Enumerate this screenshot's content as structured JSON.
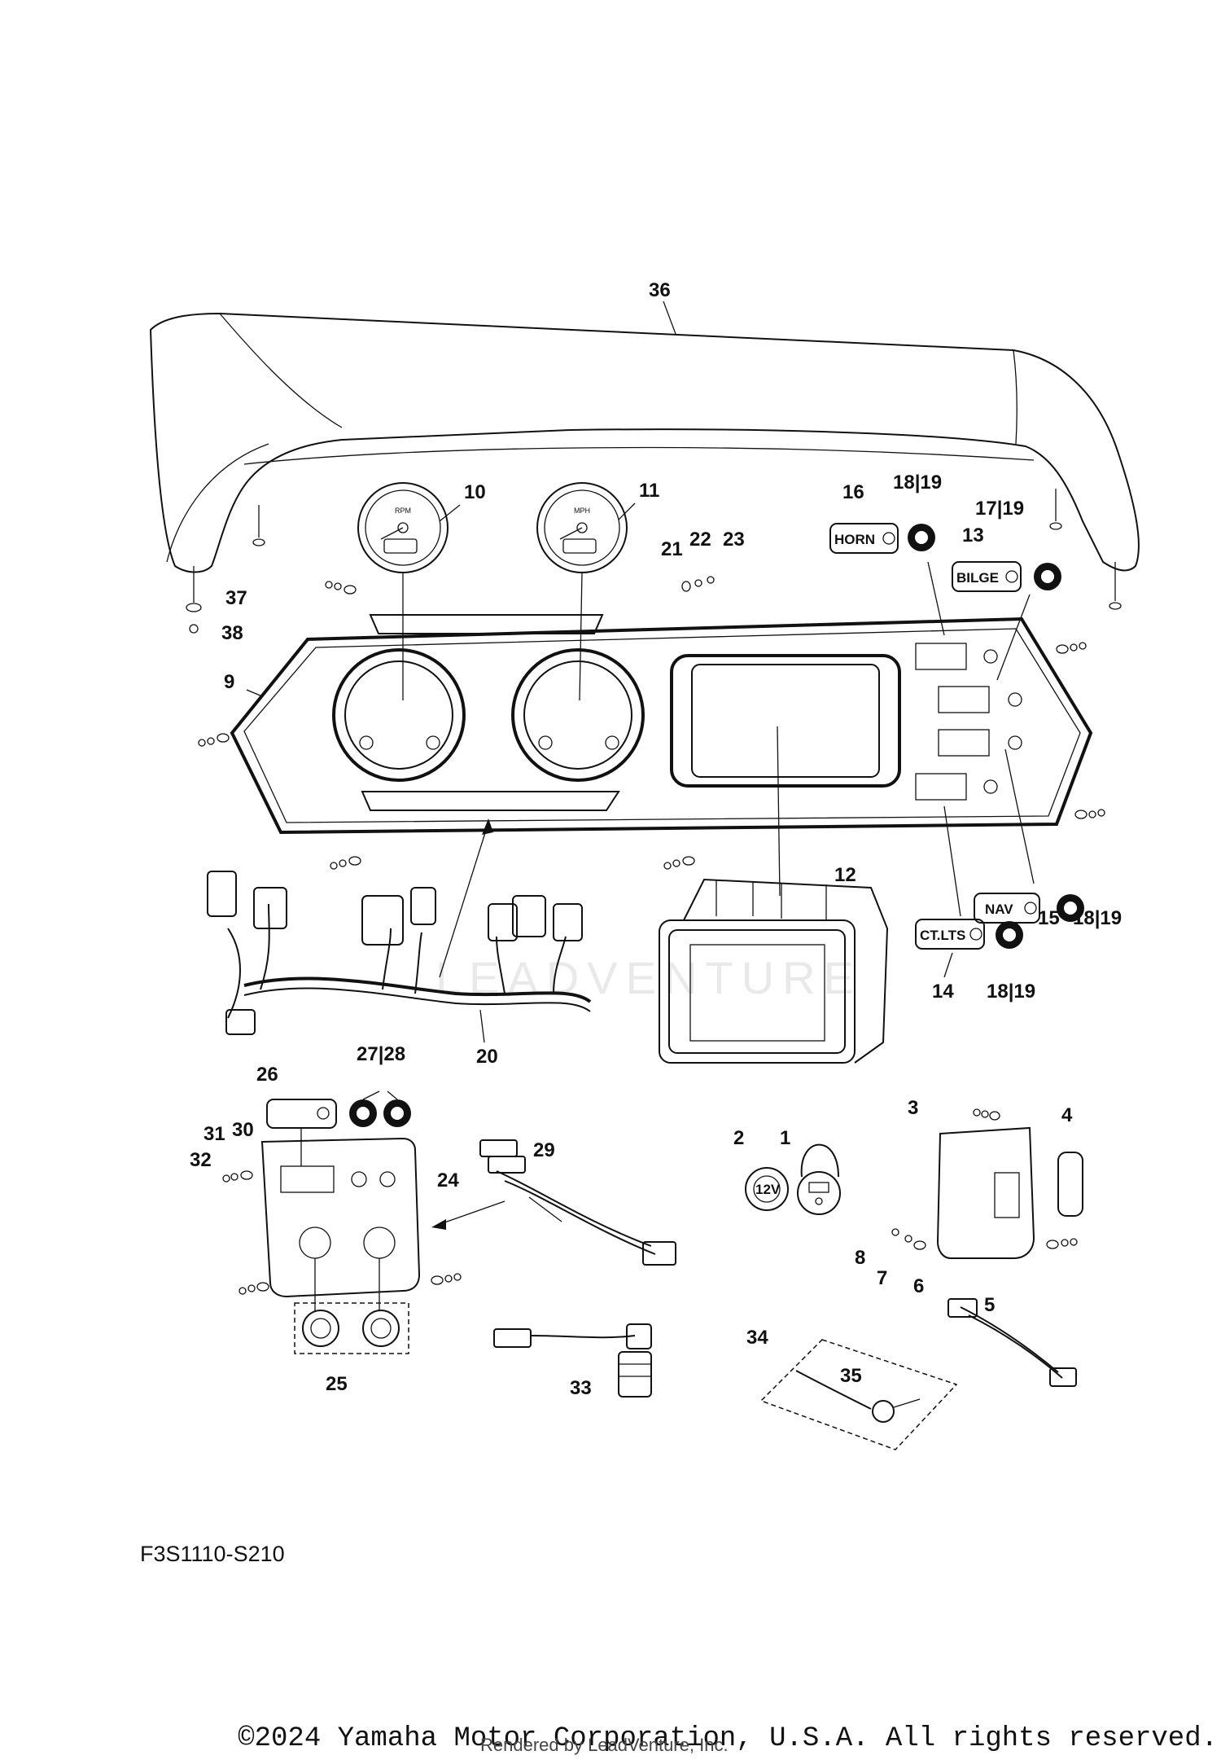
{
  "diagram": {
    "drawing_code": "F3S1110-S210",
    "copyright": "©2024 Yamaha Motor Corporation, U.S.A. All rights reserved.",
    "rendered_by": "Rendered by LeadVenture, Inc.",
    "watermark": "LEADVENTURE",
    "switch_labels": {
      "horn": "HORN",
      "bilge": "BILGE",
      "nav": "NAV",
      "ctlts": "CT.LTS",
      "outlet": "12V"
    },
    "callouts": {
      "c1": "1",
      "c2": "2",
      "c3": "3",
      "c4": "4",
      "c5": "5",
      "c6": "6",
      "c7": "7",
      "c8": "8",
      "c9": "9",
      "c10": "10",
      "c11": "11",
      "c12": "12",
      "c13": "13",
      "c14": "14",
      "c15": "15",
      "c16": "16",
      "c17_19": "17|19",
      "c18_19a": "18|19",
      "c18_19b": "18|19",
      "c18_19c": "18|19",
      "c20": "20",
      "c21": "21",
      "c22": "22",
      "c23": "23",
      "c24": "24",
      "c25": "25",
      "c26": "26",
      "c27_28": "27|28",
      "c29": "29",
      "c30": "30",
      "c31": "31",
      "c32": "32",
      "c33": "33",
      "c34": "34",
      "c35": "35",
      "c36": "36",
      "c37": "37",
      "c38": "38"
    }
  }
}
